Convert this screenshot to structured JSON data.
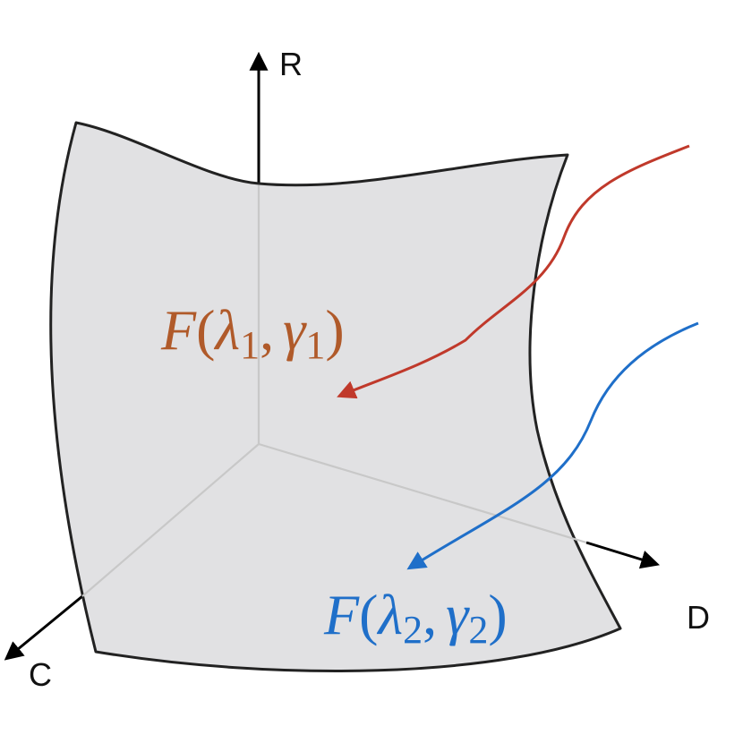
{
  "axes": {
    "r_label": "R",
    "c_label": "C",
    "d_label": "D"
  },
  "labels": {
    "f1": {
      "fn": "F",
      "open": "(",
      "lambda": "λ",
      "sub1": "1",
      "comma": ",",
      "gamma": "γ",
      "sub2": "1",
      "close": ")"
    },
    "f2": {
      "fn": "F",
      "open": "(",
      "lambda": "λ",
      "sub1": "2",
      "comma": ",",
      "gamma": "γ",
      "sub2": "2",
      "close": ")"
    }
  },
  "colors": {
    "surface_fill": "#e1e1e3",
    "surface_stroke": "#222222",
    "axis": "#000000",
    "hidden_axis": "#c8c8c8",
    "red_curve": "#c0392b",
    "blue_curve": "#1f6fc9",
    "f1_text": "#b05a2a",
    "f2_text": "#1f6fc9"
  }
}
